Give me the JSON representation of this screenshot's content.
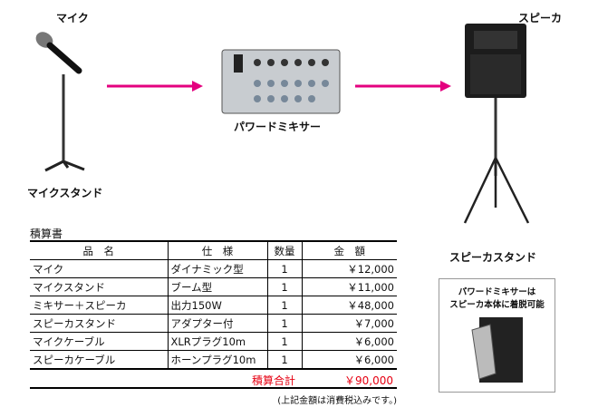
{
  "labels": {
    "mic": "マイク",
    "mic_stand": "マイクスタンド",
    "mixer": "パワードミキサー",
    "speaker": "スピーカ",
    "speaker_stand": "スピーカスタンド"
  },
  "note_box": {
    "line1": "パワードミキサーは",
    "line2": "スピーカ本体に着脱可能"
  },
  "estimate": {
    "title": "積算書",
    "headers": [
      "品　名",
      "仕　様",
      "数量",
      "金　額"
    ],
    "rows": [
      {
        "item": "マイク",
        "spec": "ダイナミック型",
        "qty": "1",
        "price": "￥12,000"
      },
      {
        "item": "マイクスタンド",
        "spec": "ブーム型",
        "qty": "1",
        "price": "￥11,000"
      },
      {
        "item": "ミキサー＋スピーカ",
        "spec": "出力150W",
        "qty": "1",
        "price": "￥48,000"
      },
      {
        "item": "スピーカスタンド",
        "spec": "アダプター付",
        "qty": "1",
        "price": "￥7,000"
      },
      {
        "item": "マイクケーブル",
        "spec": "XLRプラグ10m",
        "qty": "1",
        "price": "￥6,000"
      },
      {
        "item": "スピーカケーブル",
        "spec": "ホーンプラグ10m",
        "qty": "1",
        "price": "￥6,000"
      }
    ],
    "total_label": "積算合計",
    "total_value": "￥90,000",
    "tax_note": "(上記金額は消費税込みです。)"
  },
  "colors": {
    "arrow": "#e4007f",
    "total": "#e60012"
  }
}
